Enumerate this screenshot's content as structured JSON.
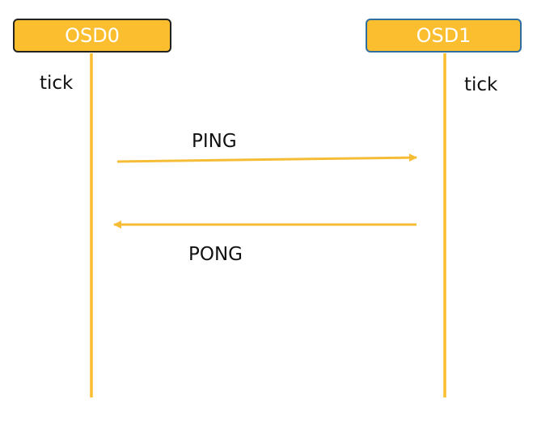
{
  "colors": {
    "node_fill": "#FBBE2E",
    "node_text": "#FFFFFF",
    "osd0_border": "#222222",
    "osd1_border": "#2F6F9F",
    "lifeline": "#FBBE2E",
    "message_arrow": "#F5BD36",
    "label_text": "#111111"
  },
  "nodes": [
    {
      "label": "OSD0",
      "event": "tick"
    },
    {
      "label": "OSD1",
      "event": "tick"
    }
  ],
  "messages": [
    {
      "label": "PING",
      "from": "OSD0",
      "to": "OSD1"
    },
    {
      "label": "PONG",
      "from": "OSD1",
      "to": "OSD0"
    }
  ]
}
